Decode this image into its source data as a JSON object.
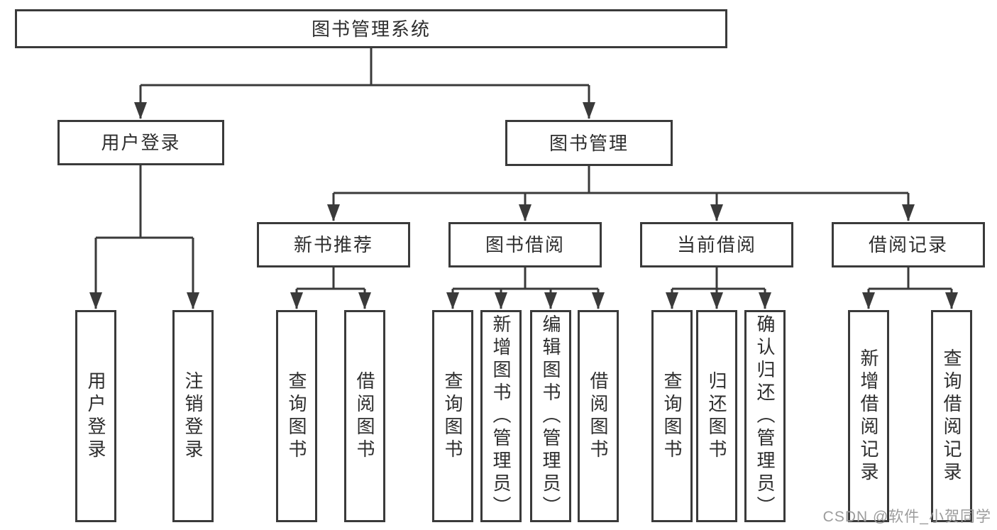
{
  "nodes": {
    "root": {
      "label": "图书管理系统"
    },
    "login": {
      "label": "用户登录"
    },
    "management": {
      "label": "图书管理"
    },
    "new_books": {
      "label": "新书推荐"
    },
    "borrow": {
      "label": "图书借阅"
    },
    "current": {
      "label": "当前借阅"
    },
    "records": {
      "label": "借阅记录"
    }
  },
  "leaves": {
    "user_login": {
      "label": "用户登录"
    },
    "logout": {
      "label": "注销登录"
    },
    "nb_query": {
      "label": "查询图书"
    },
    "nb_borrow": {
      "label": "借阅图书"
    },
    "bw_query": {
      "label": "查询图书"
    },
    "bw_add": {
      "label": "新增图书（管理员）"
    },
    "bw_edit": {
      "label": "编辑图书（管理员）"
    },
    "bw_borrow": {
      "label": "借阅图书"
    },
    "cur_query": {
      "label": "查询图书"
    },
    "cur_return": {
      "label": "归还图书"
    },
    "cur_confirm": {
      "label": "确认归还（管理员）"
    },
    "rec_add": {
      "label": "新增借阅记录"
    },
    "rec_query": {
      "label": "查询借阅记录"
    }
  },
  "watermark": {
    "text": "CSDN @软件_小贺同学"
  },
  "colors": {
    "line": "#3a3a3a",
    "text": "#2e2e2e",
    "watermark": "#9c9c9c",
    "background": "#ffffff"
  }
}
